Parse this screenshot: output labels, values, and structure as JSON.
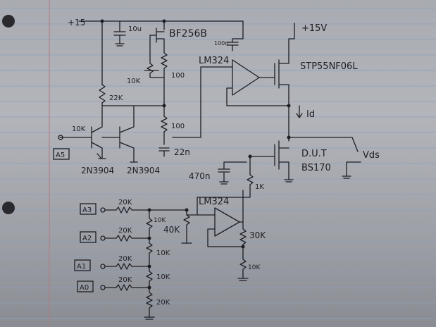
{
  "rails": {
    "vplus15_top": "+15",
    "vplus15_right": "+15V"
  },
  "components": {
    "c_10u": "10u",
    "jfet": "BF256B",
    "c_100n": "100n",
    "pot_10k": "10K",
    "r_100_a": "100",
    "opamp_top": "LM324",
    "mosfet_power": "STP55NF06L",
    "r_22k": "22K",
    "r_100_b": "100",
    "id_label": "Id",
    "r_base_10k": "10K",
    "c_22n": "22n",
    "dut_label": "D.U.T",
    "dut_part": "BS170",
    "vds_label": "Vds",
    "q1": "2N3904",
    "q2": "2N3904",
    "c_470n": "470n",
    "r_1k": "1K",
    "opamp_bottom": "LM324",
    "r_20k_a3": "20K",
    "r_10k_l1": "10K",
    "r_40k": "40K",
    "r_30k": "30K",
    "r_20k_a2": "20K",
    "r_10k_l2": "10K",
    "r_20k_a1": "20K",
    "r_10k_out": "10K",
    "r_10k_l3": "10K",
    "r_20k_a0": "20K",
    "r_20k_bottom": "20K"
  },
  "inputs": {
    "a5": "A5",
    "a3": "A3",
    "a2": "A2",
    "a1": "A1",
    "a0": "A0"
  }
}
